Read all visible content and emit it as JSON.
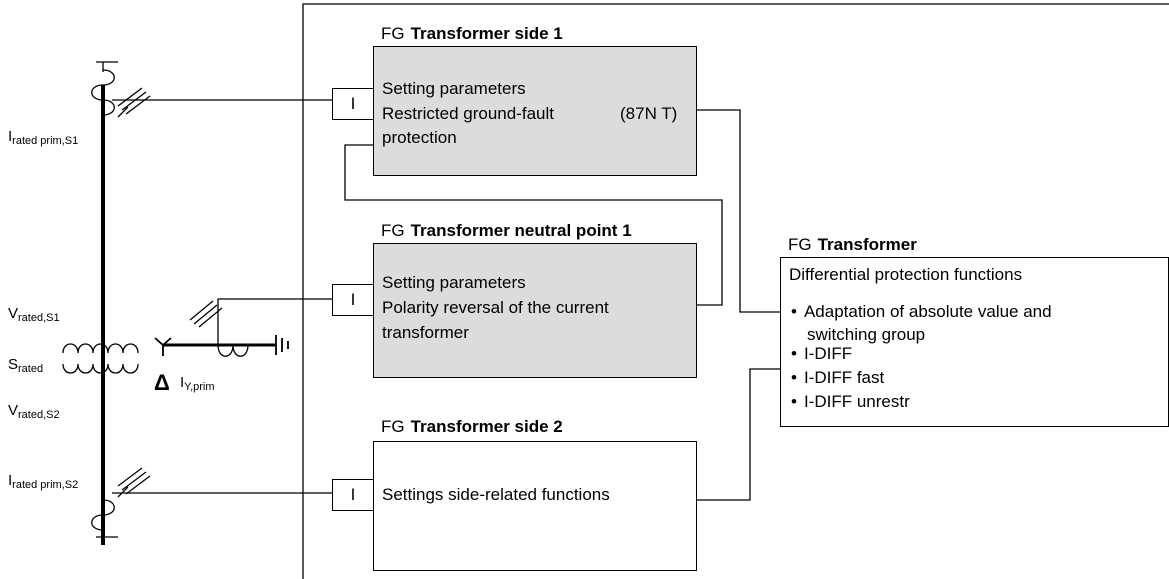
{
  "fg_prefix": "FG",
  "groups": {
    "side1": {
      "name": "Transformer side 1",
      "port": "I",
      "line1": "Setting parameters",
      "line2": "Restricted ground-fault",
      "code": "(87N T)",
      "line3": "protection"
    },
    "neutral1": {
      "name": "Transformer neutral point 1",
      "port": "I",
      "line1": "Setting parameters",
      "line2": "Polarity reversal of the current",
      "line3": "transformer"
    },
    "side2": {
      "name": "Transformer side 2",
      "port": "I",
      "line1": "Settings side-related functions"
    },
    "transformer": {
      "name": "Transformer",
      "heading": "Differential protection functions",
      "items": [
        "Adaptation of absolute value and",
        "I-DIFF",
        "I-DIFF fast",
        "I-DIFF unrestr"
      ],
      "item1_cont": "switching group"
    }
  },
  "labels": {
    "i_s1": {
      "main": "I",
      "sub": "rated prim,S1"
    },
    "v_s1": {
      "main": "V",
      "sub": "rated,S1"
    },
    "s_rated": {
      "main": "S",
      "sub": "rated"
    },
    "v_s2": {
      "main": "V",
      "sub": "rated,S2"
    },
    "i_s2": {
      "main": "I",
      "sub": "rated prim,S2"
    },
    "i_y": {
      "main": "I",
      "sub": "Y,prim"
    },
    "delta": "Δ"
  }
}
